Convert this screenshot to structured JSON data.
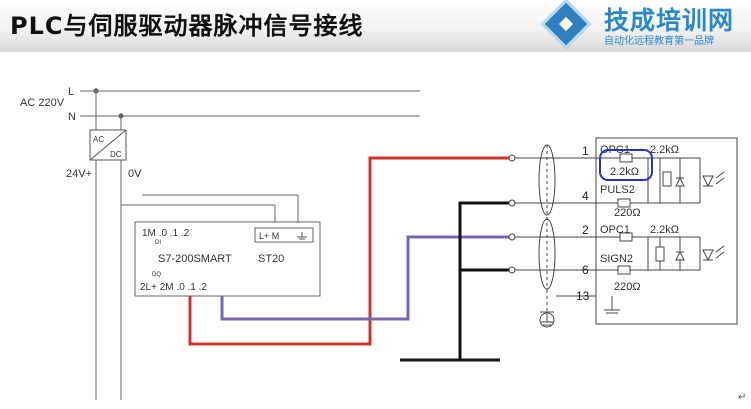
{
  "header": {
    "title": "PLC与伺服驱动器脉冲信号接线",
    "brand": "技成培训网",
    "slogan": "自动化远程教育第一品牌"
  },
  "power": {
    "source": "AC 220V",
    "line_l": "L",
    "line_n": "N",
    "psu_ac": "AC",
    "psu_dc": "DC",
    "out_pos": "24V+",
    "out_neg": "0V"
  },
  "plc": {
    "inputs_row": "1M  .0   .1   .2",
    "di": "DI",
    "supply": "L+  M",
    "model": "S7-200SMART",
    "variant": "ST20",
    "dq": "DQ",
    "outputs_row": "2L+ 2M  .0   .1   .2"
  },
  "drive": {
    "pin1": "1",
    "pin4": "4",
    "pin2": "2",
    "pin6": "6",
    "pin13": "13",
    "opc1_a": "OPC1",
    "puls2": "PULS2",
    "opc1_b": "OPC1",
    "sign2": "SIGN2",
    "r_a": "2.2kΩ",
    "r_a_box": "2.2kΩ",
    "r_b": "2.2kΩ",
    "r_puls": "220Ω",
    "r_sign": "220Ω"
  },
  "colors": {
    "pulse_wire": "#d0342c",
    "sign_wire": "#7b65b5",
    "common_wire": "#111111",
    "highlight": "#2436c8",
    "brand": "#2a88c8"
  },
  "footer": {
    "mark": "↵"
  }
}
